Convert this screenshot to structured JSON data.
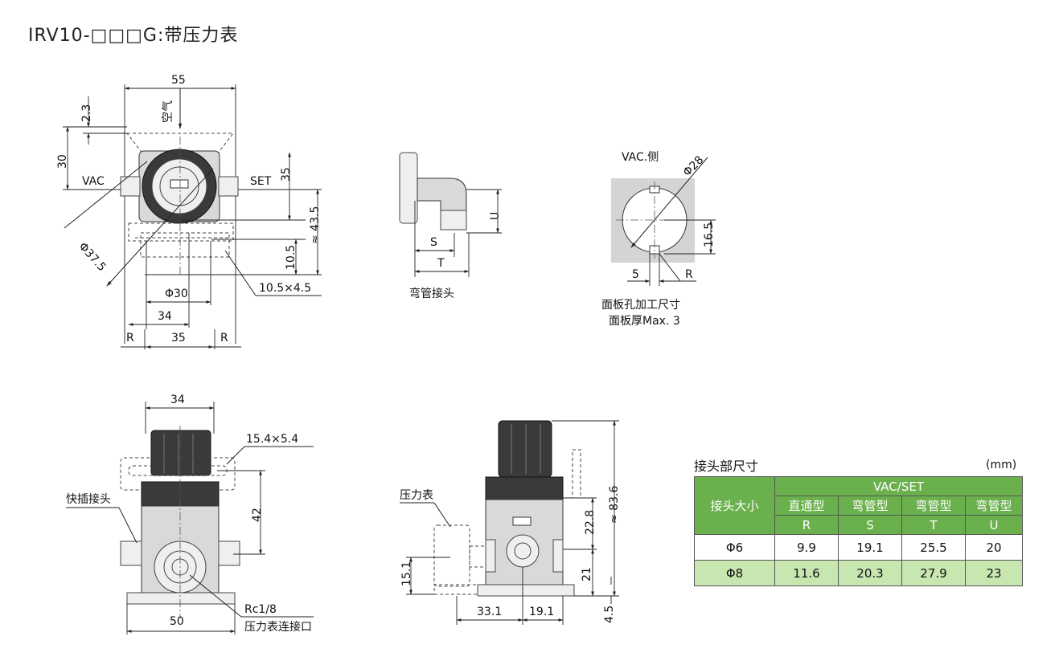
{
  "title": "IRV10-□□□G:带压力表",
  "top_view": {
    "dims": {
      "w55": "55",
      "d23": "2.3",
      "d30": "30",
      "d35": "35",
      "d43": "≈ 43.5",
      "d105": "10.5",
      "phi375": "Φ37.5",
      "phi30": "Φ30",
      "d34": "34",
      "d35b": "35",
      "r_left": "R",
      "r_right": "R",
      "slot": "10.5×4.5"
    },
    "labels": {
      "air": "空气",
      "vac": "VAC",
      "set": "SET"
    }
  },
  "elbow": {
    "caption": "弯管接头",
    "s": "S",
    "t": "T",
    "u": "U"
  },
  "panel": {
    "vac_side": "VAC.侧",
    "phi28": "Φ28",
    "d165": "16.5",
    "d5": "5",
    "r": "R",
    "caption1": "面板孔加工尺寸",
    "caption2": "面板厚Max. 3"
  },
  "front_view": {
    "d34": "34",
    "slot": "15.4×5.4",
    "d42": "42",
    "fitting": "快插接头",
    "d50": "50",
    "port": "Rc1/8",
    "port_label": "压力表连接口"
  },
  "side_view": {
    "gauge": "压力表",
    "d836": "≈ 83.6",
    "d228": "22.8",
    "d21": "21",
    "d151": "15.1",
    "d331": "33.1",
    "d191": "19.1",
    "d45": "4.5"
  },
  "table": {
    "title": "接头部尺寸",
    "unit": "(mm)",
    "col0": "接头大小",
    "group": "VAC/SET",
    "types": [
      "直通型",
      "弯管型",
      "弯管型",
      "弯管型"
    ],
    "letters": [
      "R",
      "S",
      "T",
      "U"
    ],
    "rows": [
      {
        "size": "Φ6",
        "values": [
          "9.9",
          "19.1",
          "25.5",
          "20"
        ]
      },
      {
        "size": "Φ8",
        "values": [
          "11.6",
          "20.3",
          "27.9",
          "23"
        ]
      }
    ]
  }
}
